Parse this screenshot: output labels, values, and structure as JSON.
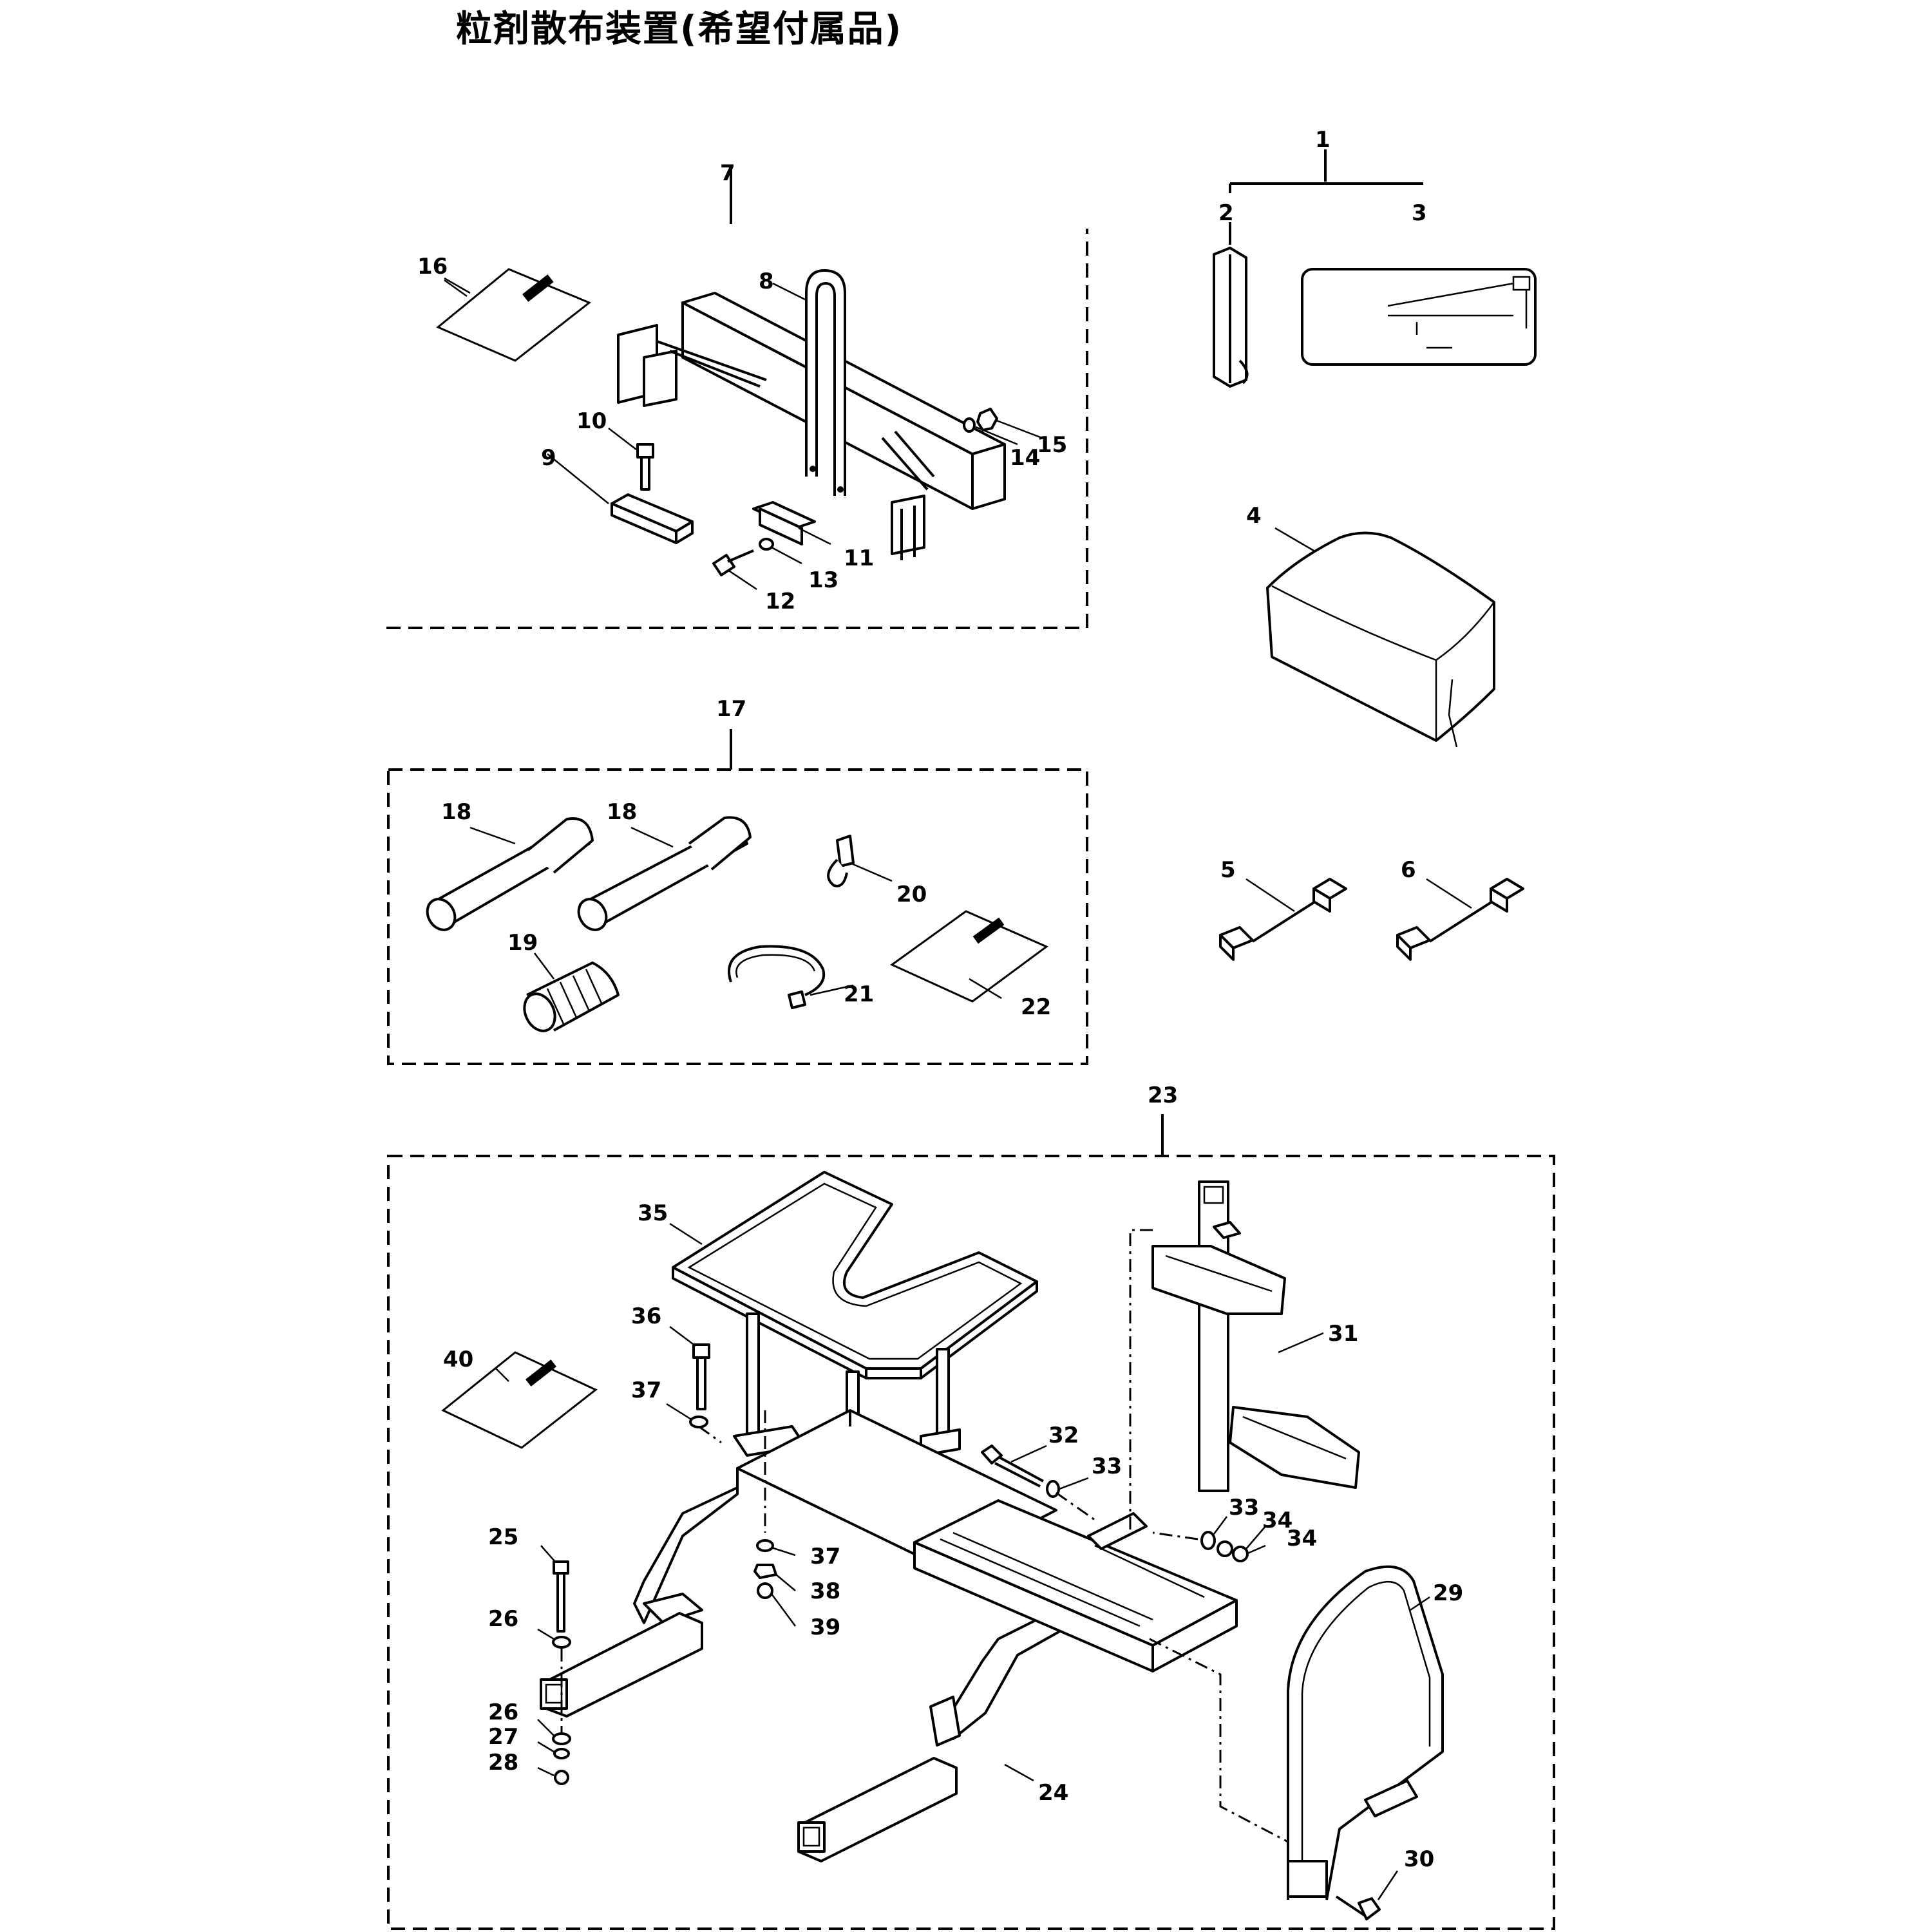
{
  "title": "粒剤散布装置(希望付属品)",
  "labels": {
    "p1": "1",
    "p2": "2",
    "p3": "3",
    "p4": "4",
    "p5": "5",
    "p6": "6",
    "p7": "7",
    "p8": "8",
    "p9": "9",
    "p10": "10",
    "p11": "11",
    "p12": "12",
    "p13": "13",
    "p14": "14",
    "p15": "15",
    "p16": "16",
    "p17": "17",
    "p18a": "18",
    "p18b": "18",
    "p19": "19",
    "p20": "20",
    "p21": "21",
    "p22": "22",
    "p23": "23",
    "p24": "24",
    "p25": "25",
    "p26a": "26",
    "p26b": "26",
    "p27": "27",
    "p28": "28",
    "p29": "29",
    "p30": "30",
    "p31": "31",
    "p32": "32",
    "p33a": "33",
    "p33b": "33",
    "p34a": "34",
    "p34b": "34",
    "p35": "35",
    "p36": "36",
    "p37a": "37",
    "p37b": "37",
    "p38": "38",
    "p39": "39",
    "p40": "40"
  }
}
